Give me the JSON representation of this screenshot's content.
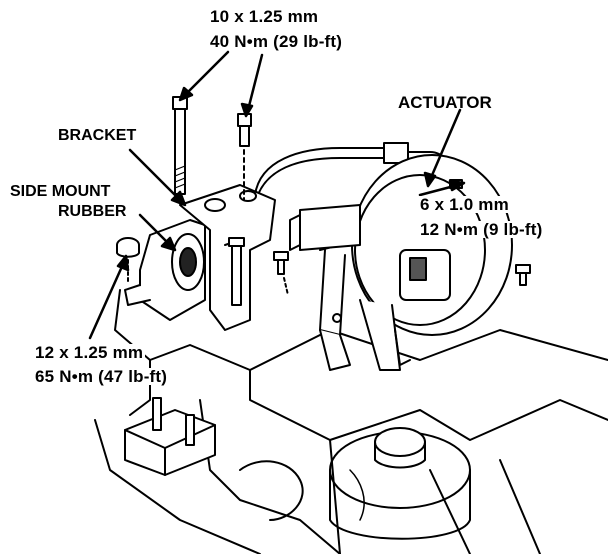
{
  "labels": {
    "top_bolt_size": "10 x 1.25 mm",
    "top_bolt_torque": "40 N•m (29 lb-ft)",
    "actuator": "ACTUATOR",
    "bracket": "BRACKET",
    "side_mount_line1": "SIDE MOUNT",
    "side_mount_line2": "RUBBER",
    "actuator_bolt_size": "6 x 1.0 mm",
    "actuator_bolt_torque": "12 N•m (9 lb-ft)",
    "nut_size": "12 x 1.25 mm",
    "nut_torque": "65 N•m (47 lb-ft)"
  }
}
